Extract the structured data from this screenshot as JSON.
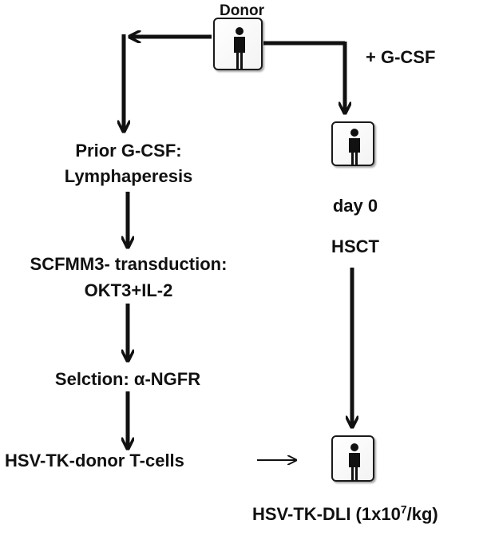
{
  "donor_label": "Donor",
  "gcsf_label": "+ G-CSF",
  "left_steps": {
    "step1_line1": "Prior G-CSF:",
    "step1_line2": "Lymphaperesis",
    "step2_line1": "SCFMM3- transduction:",
    "step2_line2": "OKT3+IL-2",
    "step3": "Selction: α-NGFR",
    "step4": "HSV-TK-donor T-cells"
  },
  "right_steps": {
    "day_label": "day 0",
    "hsct_label": "HSCT"
  },
  "final": {
    "prefix": "HSV-TK-DLI (1x10",
    "exponent": "7",
    "suffix": "/kg)"
  },
  "icons": {
    "donor": "person-icon",
    "recipient": "person-icon",
    "recipient_final": "person-icon"
  }
}
